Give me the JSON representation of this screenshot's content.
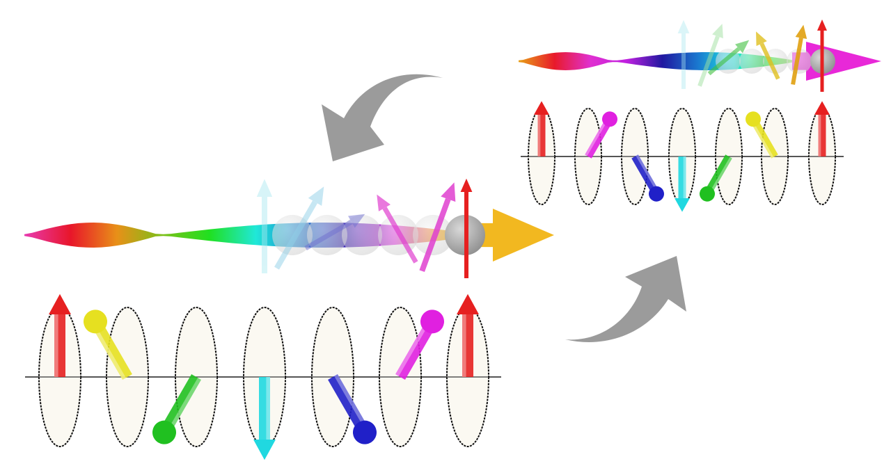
{
  "colors": {
    "background": "#ffffff",
    "curved_arrow": "#9b9b9b",
    "ellipse_fill": "#fbf9f2",
    "ellipse_stroke": "#111111",
    "axis_line": "#555555",
    "sphere": "#8f8f8f"
  },
  "lower_panel": {
    "beam_gradient": [
      "#e83ab0",
      "#e8162a",
      "#e89018",
      "#7ac018",
      "#20e020",
      "#20e8d8",
      "#1c7ad0",
      "#3a1ab0",
      "#e030e0",
      "#f0a010",
      "#f0e020"
    ],
    "beam_head_color": "#f2b820",
    "spin_arrows": [
      {
        "color": "#e62020",
        "angle_deg": 0
      },
      {
        "color": "#e6e020",
        "angle_deg": -30
      },
      {
        "color": "#20c020",
        "angle_deg": -150
      },
      {
        "color": "#20d8e0",
        "angle_deg": 180
      },
      {
        "color": "#2020c8",
        "angle_deg": 150
      },
      {
        "color": "#e020e0",
        "angle_deg": 30
      },
      {
        "color": "#e62020",
        "angle_deg": 0
      }
    ]
  },
  "upper_panel": {
    "beam_gradient": [
      "#e8a018",
      "#e81a2a",
      "#e030d0",
      "#c020e0",
      "#2018a0",
      "#1a7ad0",
      "#20e8e0",
      "#20e020",
      "#e0e0a0",
      "#e020d0"
    ],
    "beam_head_color": "#e828d8",
    "spin_arrows": [
      {
        "color": "#e62020",
        "angle_deg": 0
      },
      {
        "color": "#e020e0",
        "angle_deg": 30
      },
      {
        "color": "#2020c8",
        "angle_deg": 150
      },
      {
        "color": "#20d8e0",
        "angle_deg": 180
      },
      {
        "color": "#20c020",
        "angle_deg": -150
      },
      {
        "color": "#e6e020",
        "angle_deg": -30
      },
      {
        "color": "#e62020",
        "angle_deg": 0
      }
    ]
  }
}
